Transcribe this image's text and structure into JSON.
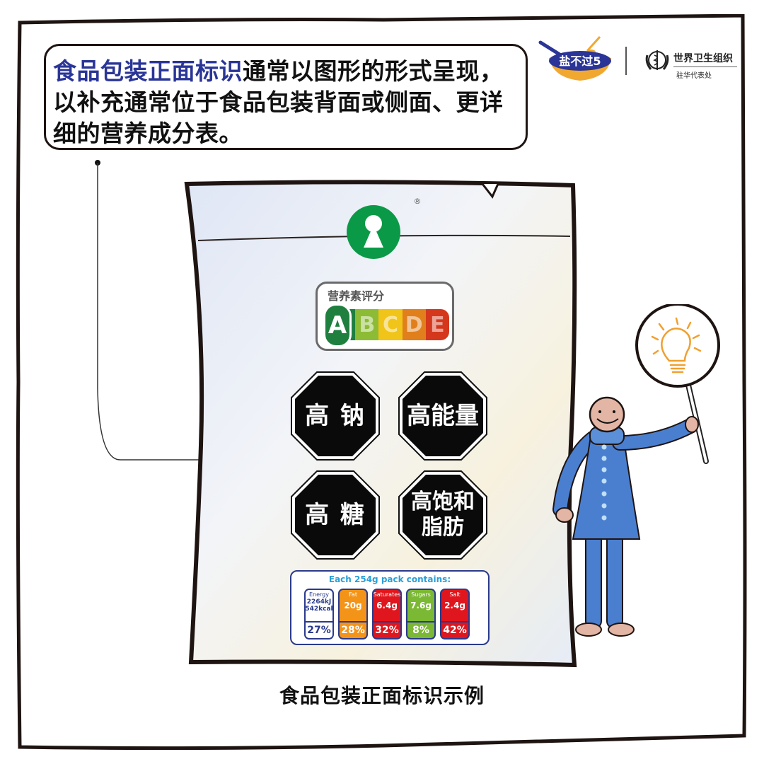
{
  "callout": {
    "highlight": "食品包装正面标识",
    "line1_rest": "通常以图形的形式呈现，",
    "line2": "以补充通常位于食品包装背面或侧面、更详",
    "line3": "细的营养成分表。"
  },
  "logos": {
    "salt_logo_text": "盐不过5",
    "who_title": "世界卫生组织",
    "who_subtitle": "驻华代表处"
  },
  "package": {
    "registered_mark": "®",
    "keyhole_icon_color": "#0a9a47",
    "nutriscore": {
      "title": "营养素评分",
      "grades": [
        {
          "letter": "A",
          "color": "#1f7f3e"
        },
        {
          "letter": "B",
          "color": "#8cbc35"
        },
        {
          "letter": "C",
          "color": "#f0c419"
        },
        {
          "letter": "D",
          "color": "#e07f1b"
        },
        {
          "letter": "E",
          "color": "#d4371c"
        }
      ],
      "selected": "A"
    },
    "warnings": [
      {
        "line1": "高 钠",
        "line2": ""
      },
      {
        "line1": "高能量",
        "line2": ""
      },
      {
        "line1": "高 糖",
        "line2": ""
      },
      {
        "line1": "高饱和",
        "line2": "脂肪"
      }
    ],
    "traffic_light": {
      "title": "Each 254g pack contains:",
      "cells": [
        {
          "name": "Energy",
          "value": "2264kJ",
          "value2": "542kcal",
          "percent": "27%",
          "color": "#ffffff"
        },
        {
          "name": "Fat",
          "value": "20g",
          "value2": "",
          "percent": "28%",
          "color": "#f39419"
        },
        {
          "name": "Saturates",
          "value": "6.4g",
          "value2": "",
          "percent": "32%",
          "color": "#e0161e"
        },
        {
          "name": "Sugars",
          "value": "7.6g",
          "value2": "",
          "percent": "8%",
          "color": "#7bb834"
        },
        {
          "name": "Salt",
          "value": "2.4g",
          "value2": "",
          "percent": "42%",
          "color": "#e0161e"
        }
      ]
    }
  },
  "character": {
    "sign_icon": "lightbulb-icon",
    "coat_color": "#4a7fd0"
  },
  "caption": "食品包装正面标识示例"
}
